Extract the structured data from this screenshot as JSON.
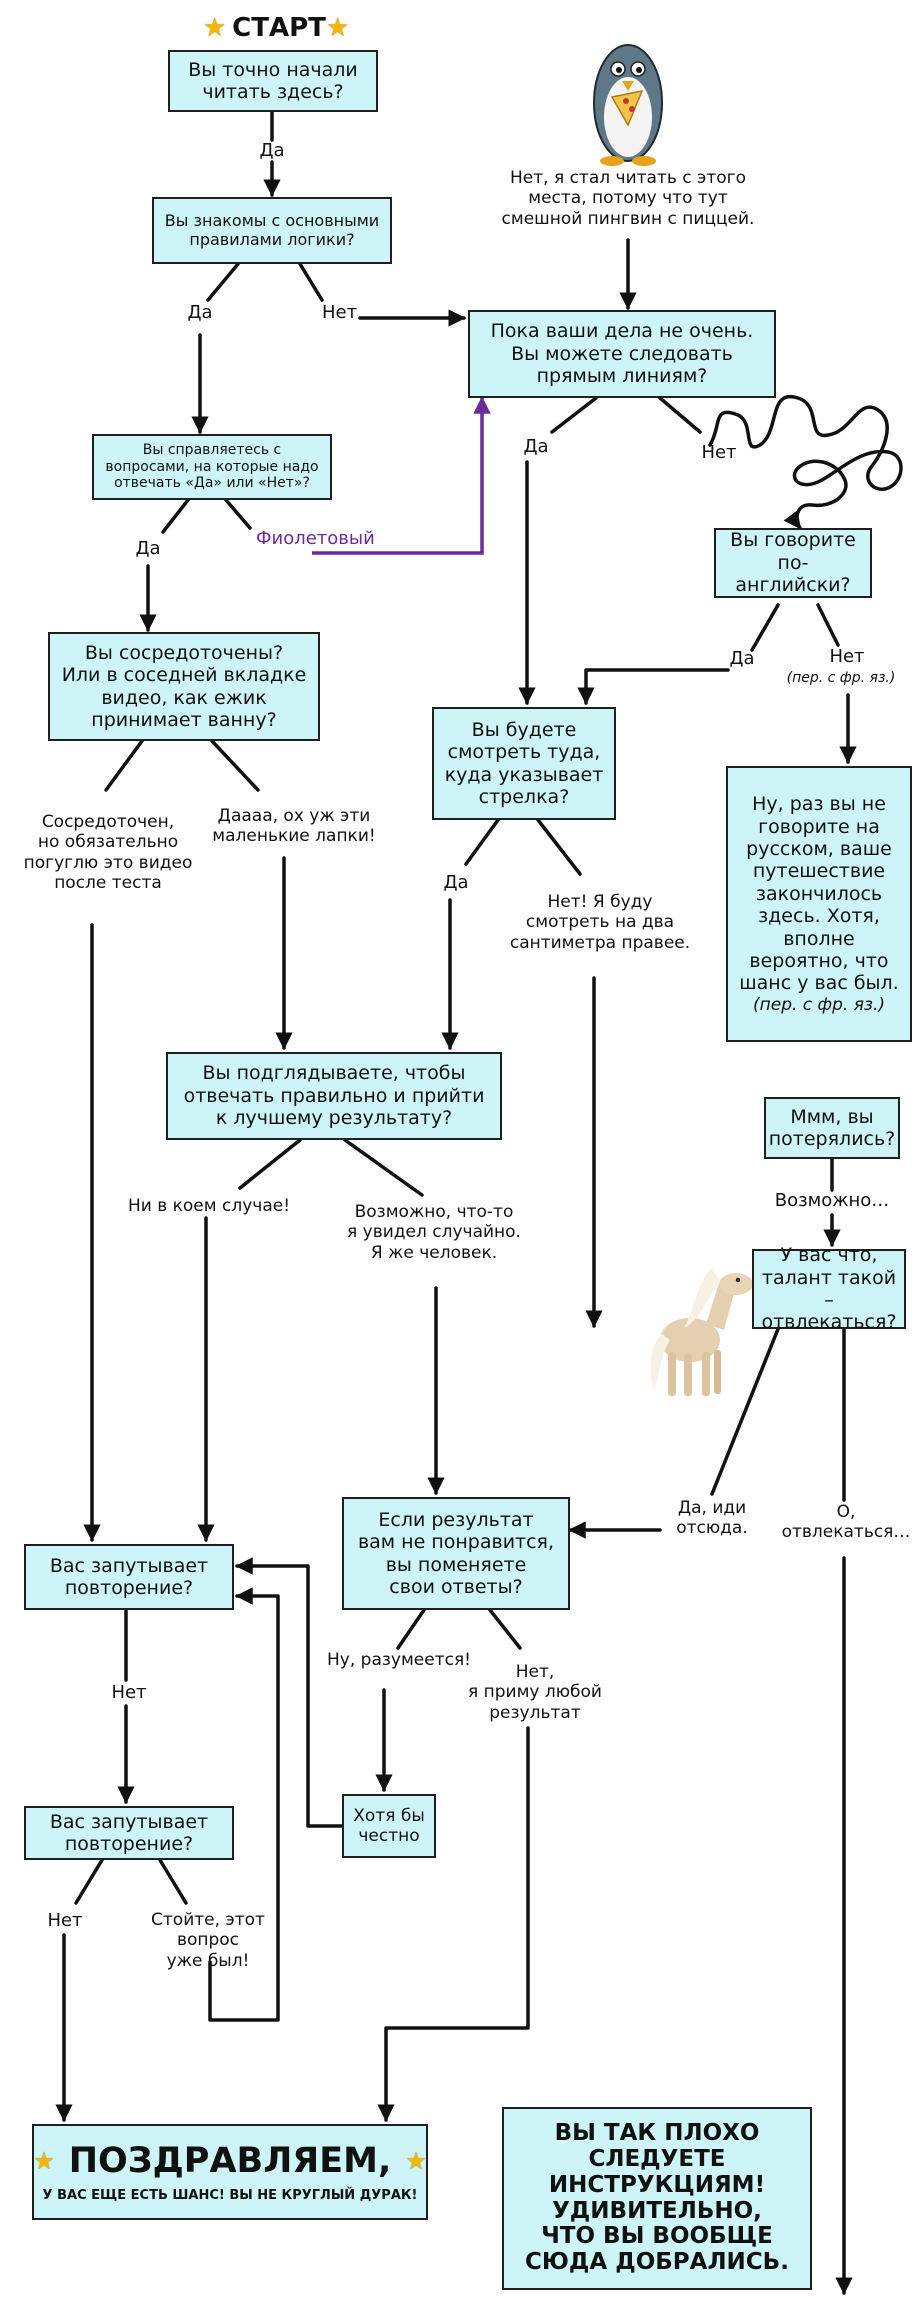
{
  "start": {
    "title": "СТАРТ"
  },
  "boxes": {
    "q1": "Вы точно начали\nчитать здесь?",
    "q2": "Вы знакомы с основными\nправилами логики?",
    "q3": "Вы справляетесь с\nвопросами, на которые надо\nотвечать «Да» или «Нет»?",
    "q4": "Вы сосредоточены?\nИли в соседней вкладке\nвидео, как ежик\nпринимает ванну?",
    "q5": "Пока ваши дела не очень.\nВы можете следовать\nпрямым линиям?",
    "q6": "Вы говорите\nпо-английски?",
    "q7": "Вы будете\nсмотреть туда,\nкуда указывает\nстрелка?",
    "q8_text": "Ну, раз вы не\nговорите на\nрусском, ваше\nпутешествие\nзакончилось\nздесь. Хотя,\nвполне\nвероятно, что\nшанс у вас был.",
    "q8_note": "(пер. с фр. яз.)",
    "q9": "Вы подглядываете, чтобы\nотвечать правильно и прийти\nк лучшему результату?",
    "q10": "Ммм, вы\nпотерялись?",
    "q11": "У вас что,\nталант такой –\nотвлекаться?",
    "q12": "Если результат\nвам не понравится,\nвы поменяете\nсвои ответы?",
    "q13": "Вас запутывает\nповторение?",
    "q14": "Хотя бы\nчестно",
    "q15": "Вас запутывает\nповторение?",
    "congrats_title": "ПОЗДРАВЛЯЕМ,",
    "congrats_sub": "У ВАС ЕЩЕ ЕСТЬ ШАНС! ВЫ НЕ КРУГЛЫЙ ДУРАК!",
    "bad": "ВЫ ТАК ПЛОХО\nСЛЕДУЕТЕ\nИНСТРУКЦИЯМ!\nУДИВИТЕЛЬНО,\nЧТО ВЫ ВООБЩЕ\nСЮДА ДОБРАЛИСЬ."
  },
  "labels": {
    "da1": "Да",
    "penguin_text": "Нет, я стал читать с этого\nместа, потому что тут\nсмешной пингвин с пиццей.",
    "da2": "Да",
    "net2": "Нет",
    "da3": "Да",
    "fiolet": "Фиолетовый",
    "da5": "Да",
    "net5": "Нет",
    "da6": "Да",
    "net6": "Нет",
    "net6_note": "(пер. с фр. яз.)",
    "focused": "Сосредоточен,\nно обязательно\nпогуглю это видео\nпосле теста",
    "paws": "Даааа, ох уж эти\nмаленькие лапки!",
    "da7": "Да",
    "net7": "Нет! Я буду\nсмотреть на два\nсантиметра правее.",
    "never": "Ни в коем случае!",
    "maybe_saw": "Возможно, что-то\nя увидел случайно.\nЯ же человек.",
    "maybe": "Возможно…",
    "da_go": "Да, иди\nотсюда.",
    "o_distract": "О,\nотвлекаться…",
    "of_course": "Ну, разумеется!",
    "no_accept": "Нет,\nя приму любой\nрезультат",
    "net13": "Нет",
    "net15": "Нет",
    "wait": "Стойте, этот\nвопрос\nуже был!"
  },
  "colors": {
    "box_fill": "#cdf5f8",
    "line": "#111111",
    "purple": "#6a2c9c",
    "star": "#f2b705"
  },
  "icons": [
    "star-icon",
    "penguin-with-pizza",
    "pony-illustration"
  ]
}
